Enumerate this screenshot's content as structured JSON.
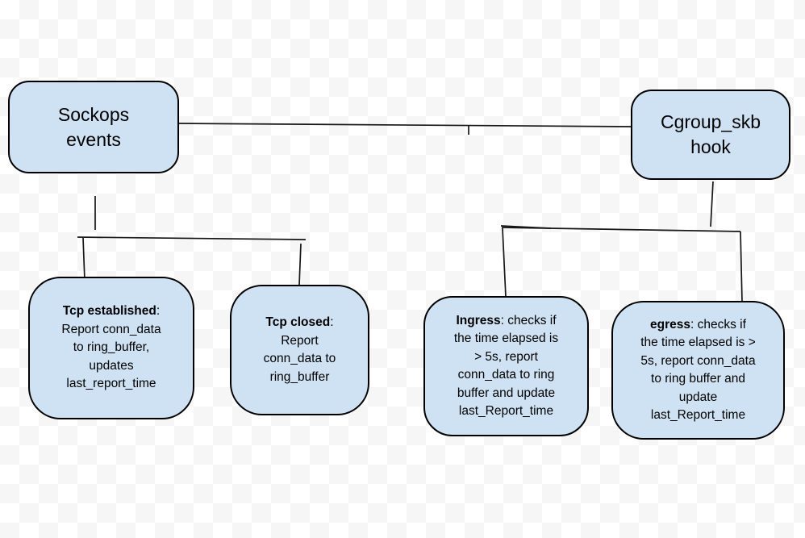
{
  "diagram": {
    "colors": {
      "node_fill": "#cfe2f3",
      "node_border": "#000000",
      "line_color": "#161616",
      "checker_light": "#ffffff",
      "checker_dark": "#f6f6f6"
    },
    "nodes": [
      {
        "id": "sockops-events",
        "title": "Sockops\nevents"
      },
      {
        "id": "cgroup-skb-hook",
        "title": "Cgroup_skb\nhook"
      },
      {
        "id": "tcp-established",
        "bold": "Tcp established",
        "rest": ":\nReport conn_data\nto ring_buffer,\nupdates\nlast_report_time"
      },
      {
        "id": "tcp-closed",
        "bold": "Tcp closed",
        "rest": ":\nReport\nconn_data to\nring_buffer"
      },
      {
        "id": "ingress",
        "bold": "Ingress",
        "rest": ": checks if\nthe time elapsed is\n> 5s, report\nconn_data to ring\nbuffer and update\nlast_Report_time"
      },
      {
        "id": "egress",
        "bold": "egress",
        "rest": ": checks if\nthe time elapsed is >\n5s, report conn_data\nto ring buffer and\nupdate\nlast_Report_time"
      }
    ],
    "edges": [
      {
        "from": "sockops-events",
        "to": "cgroup-skb-hook"
      },
      {
        "from": "sockops-events",
        "to": "tcp-established"
      },
      {
        "from": "sockops-events",
        "to": "tcp-closed"
      },
      {
        "from": "cgroup-skb-hook",
        "to": "ingress"
      },
      {
        "from": "cgroup-skb-hook",
        "to": "egress"
      }
    ]
  }
}
